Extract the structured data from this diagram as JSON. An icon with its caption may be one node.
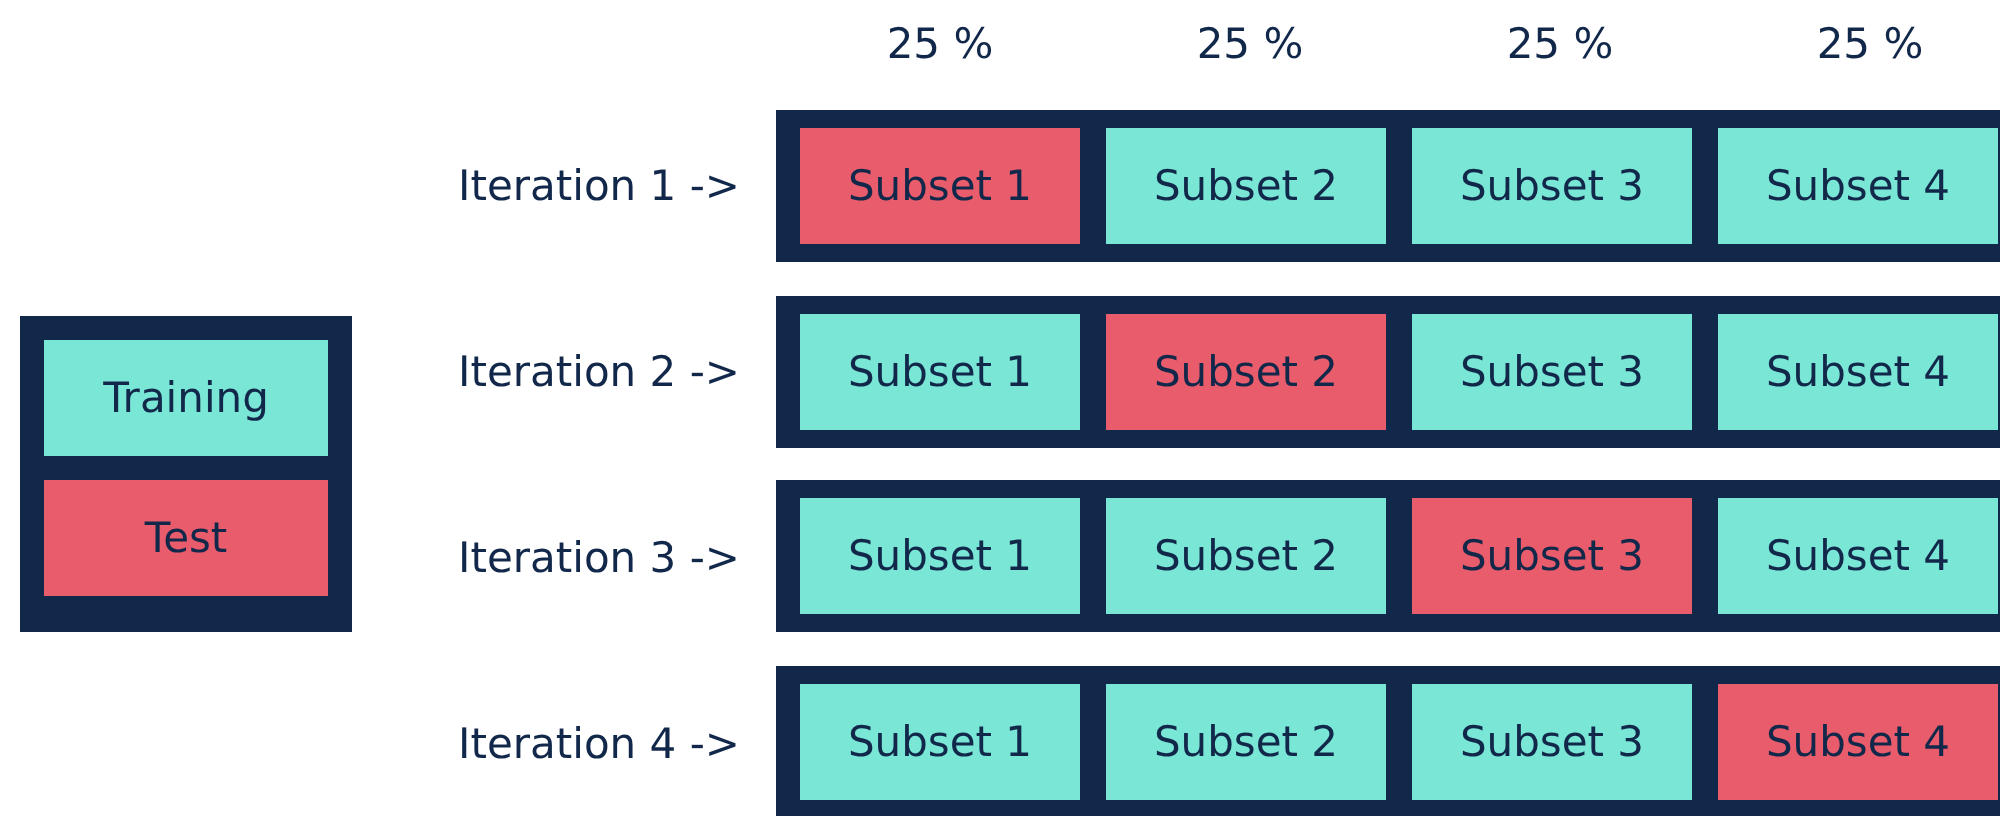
{
  "diagram": {
    "nodes": [
      {
        "text": [],
        "shape": "bar"
      },
      {
        "text": [
          "Subset 1"
        ],
        "in": 0
      },
      {
        "text": [
          "Subset 2"
        ],
        "in": 0
      },
      {
        "text": [
          "Subset 3"
        ],
        "in": 0
      },
      {
        "text": [
          "Subset 4"
        ],
        "in": 0
      },
      {
        "text": [],
        "shape": "bar"
      },
      {
        "text": [
          "Subset 1"
        ],
        "in": 5
      },
      {
        "text": [
          "Subset 2"
        ],
        "in": 5
      },
      {
        "text": [
          "Subset 3"
        ],
        "in": 5
      },
      {
        "text": [
          "Subset 4"
        ],
        "in": 5
      },
      {
        "text": [],
        "shape": "bar"
      },
      {
        "text": [
          "Subset 1"
        ],
        "in": 10
      },
      {
        "text": [
          "Subset 2"
        ],
        "in": 10
      },
      {
        "text": [
          "Subset 3"
        ],
        "in": 10
      },
      {
        "text": [
          "Subset 4"
        ],
        "in": 10
      },
      {
        "text": [],
        "shape": "bar"
      },
      {
        "text": [
          "Subset 1"
        ],
        "in": 15
      },
      {
        "text": [
          "Subset 2"
        ],
        "in": 15
      },
      {
        "text": [
          "Subset 3"
        ],
        "in": 15
      },
      {
        "text": [
          "Subset 4"
        ],
        "in": 15
      }
    ],
    "edges": [],
    "labels": [
      "25 %",
      "25 %",
      "25 %",
      "25 %",
      "Iteration 1 ->",
      "Iteration 2 ->",
      "Iteration 3 ->",
      "Iteration 4 ->"
    ],
    "legend": [
      {
        "text": "Training",
        "color": "#7ae6d6"
      },
      {
        "text": "Test",
        "color": "#e85c6b"
      }
    ]
  }
}
